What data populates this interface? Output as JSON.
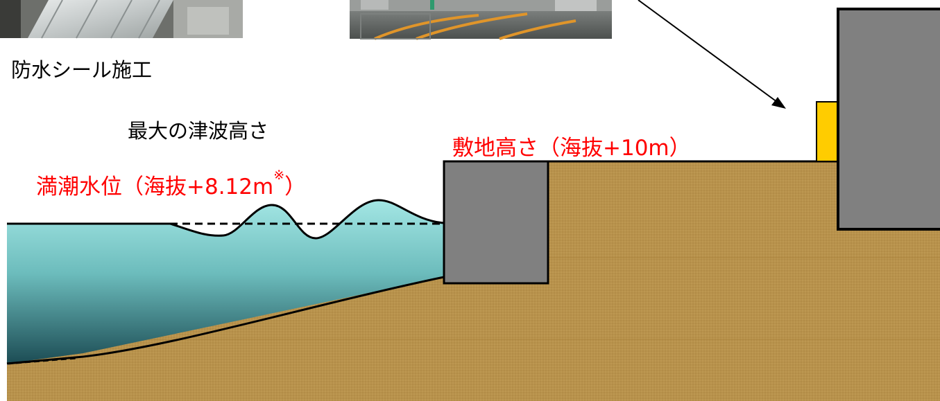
{
  "labels": {
    "seal_caption": "防水シール施工",
    "max_tsunami": "最大の津波高さ",
    "site_height": "敷地高さ（海抜+10m）",
    "tide_level_main": "満潮水位（海抜+8.12m",
    "tide_level_note": "※",
    "tide_level_close": "）"
  },
  "colors": {
    "label_red": "#ff0000",
    "label_black": "#000000",
    "ground": "#b8924c",
    "ground_lines": "#a87e36",
    "sea_top": "#9fe3e2",
    "sea_bottom": "#1c4e56",
    "wall": "#808080",
    "door": "#ffcc00",
    "photo_pipe": "#c9cdcd",
    "photo_floor": "#5a5e5c"
  },
  "icons": {
    "photo_left": "pipe-photo",
    "photo_center": "floor-photo",
    "arrow": "pointer-arrow"
  }
}
